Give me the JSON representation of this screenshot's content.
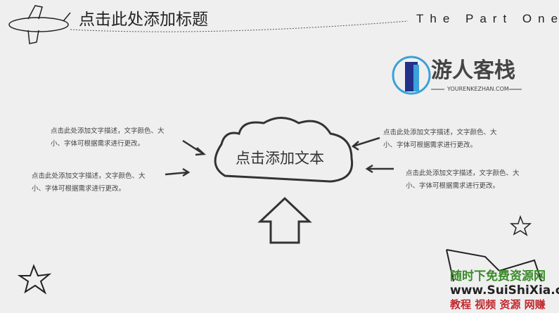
{
  "header": {
    "title": "点击此处添加标题",
    "part": "The Part One"
  },
  "logo": {
    "name": "游人客栈",
    "url": "YOURENKEZHAN.COM"
  },
  "cloud": {
    "text": "点击添加文本"
  },
  "descriptions": [
    "点击此处添加文字描述，文字颜色、大小、字体可根据需求进行更改。",
    "点击此处添加文字描述，文字颜色、大小、字体可根据需求进行更改。",
    "点击此处添加文字描述，文字颜色、大小、字体可根据需求进行更改。",
    "点击此处添加文字描述，文字颜色、大小、字体可根据需求进行更改。"
  ],
  "watermark": {
    "line1": "随时下免费资源网",
    "line2": "www.SuiShiXia.com",
    "line3": "教程 视频 资源 网赚"
  }
}
